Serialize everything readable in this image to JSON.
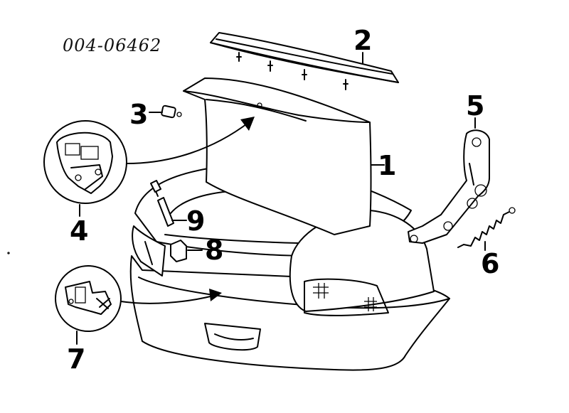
{
  "part_number": "004-06462",
  "callouts": [
    {
      "id": "1",
      "part": "trunk-lid"
    },
    {
      "id": "2",
      "part": "spoiler"
    },
    {
      "id": "3",
      "part": "bump-stop"
    },
    {
      "id": "4",
      "part": "lid-latch"
    },
    {
      "id": "5",
      "part": "hinge"
    },
    {
      "id": "6",
      "part": "torsion-spring"
    },
    {
      "id": "7",
      "part": "striker"
    },
    {
      "id": "8",
      "part": "bumper-clip"
    },
    {
      "id": "9",
      "part": "adjuster-stud"
    }
  ],
  "colors": {
    "line": "#000000",
    "background": "#ffffff"
  }
}
